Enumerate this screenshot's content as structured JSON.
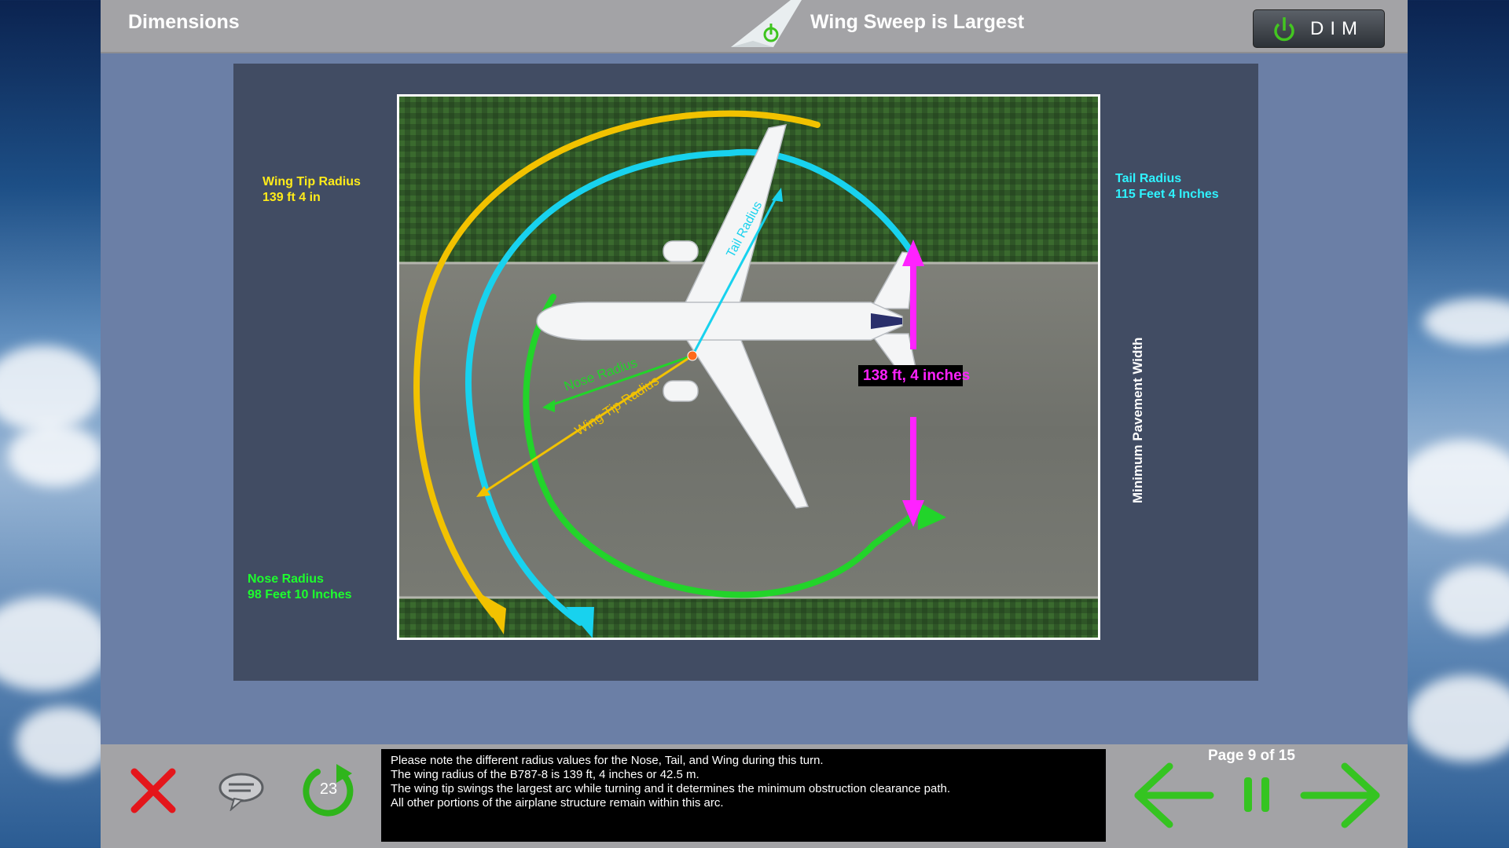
{
  "header": {
    "module_title": "Dimensions",
    "page_heading": "Wing Sweep is Largest",
    "dim_button_label": "DIM"
  },
  "diagram": {
    "wing_tip_label": {
      "title": "Wing Tip Radius",
      "value": "139 ft 4 in"
    },
    "tail_label": {
      "title": "Tail Radius",
      "value": "115 Feet 4 Inches"
    },
    "nose_label": {
      "title": "Nose Radius",
      "value": "98 Feet 10 Inches"
    },
    "pavement_label": "Minimum Pavement Width",
    "pavement_value": "138 ft, 4 inches",
    "arrow_tail_text": "Tail Radius",
    "arrow_nose_text": "Nose Radius",
    "arrow_wingtip_text": "Wing Tip Radius"
  },
  "colors": {
    "wing_tip": "#f2c200",
    "tail": "#18d2ee",
    "nose": "#22d42a",
    "pavement": "#ff22ff"
  },
  "footer": {
    "replay_count": "23",
    "caption_lines": [
      "Please note the different radius values for the Nose, Tail, and Wing during this turn.",
      "The wing radius of the B787-8 is 139 ft, 4 inches or 42.5 m.",
      "The wing tip swings the largest arc while turning and it determines the minimum obstruction clearance path.",
      "All other portions of the airplane structure remain within this arc."
    ],
    "page_indicator": "Page 9 of 15"
  },
  "icons": [
    "tail-logo-icon",
    "power-icon",
    "close-icon",
    "caption-icon",
    "replay-icon",
    "back-arrow-icon",
    "pause-icon",
    "forward-arrow-icon"
  ]
}
